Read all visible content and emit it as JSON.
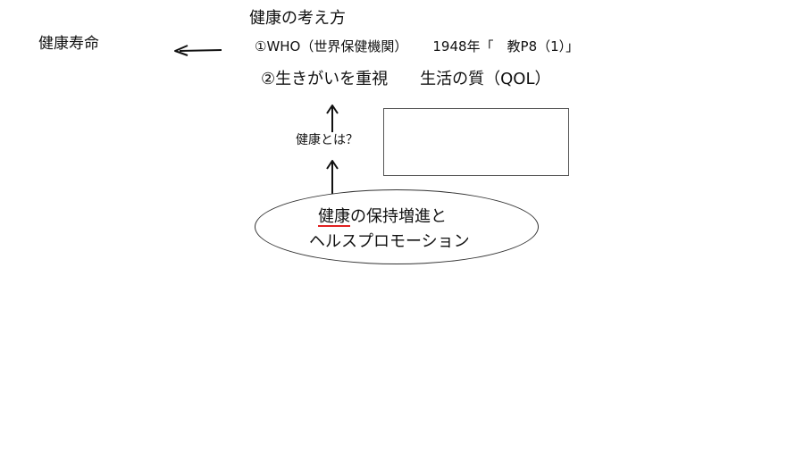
{
  "diagram": {
    "title": "健康の考え方",
    "left_label": "健康寿命",
    "who_line": {
      "text": "①WHO（世界保健機関）",
      "year_ref": "1948年「　教P8（1）」"
    },
    "ikigai_line": {
      "text": "②生きがいを重視",
      "qol": "生活の質（QOL）"
    },
    "question": "健康とは？",
    "ellipse": {
      "line1_underlined": "健康",
      "line1_rest": "の保持増進と",
      "line2": "ヘルスプロモーション"
    },
    "colors": {
      "text": "#111111",
      "underline": "#e02020",
      "box_border": "#555555"
    }
  }
}
